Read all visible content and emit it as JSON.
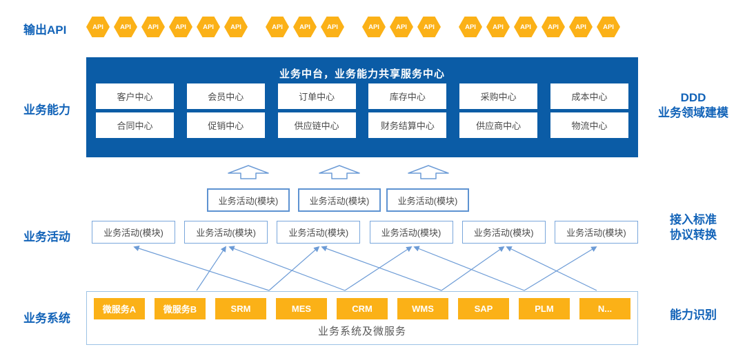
{
  "colors": {
    "platform_blue": "#0B5CA6",
    "label_blue": "#1263B8",
    "orange": "#FBB117",
    "line_blue": "#6C9BD6",
    "activity_border_blue": "#79A6DB",
    "container_border_blue": "#9CC2E5",
    "cell_text": "#4A4A4A",
    "caption_gray": "#595959"
  },
  "left_labels": {
    "api": "输出API",
    "capability": "业务能力",
    "activity": "业务活动",
    "system": "业务系统"
  },
  "api_row": {
    "icon_label": "API",
    "groups": [
      6,
      3,
      3,
      6
    ]
  },
  "platform": {
    "title": "业务中台，业务能力共享服务中心",
    "rows": [
      [
        "客户中心",
        "会员中心",
        "订单中心",
        "库存中心",
        "采购中心",
        "成本中心"
      ],
      [
        "合同中心",
        "促销中心",
        "供应链中心",
        "财务结算中心",
        "供应商中心",
        "物流中心"
      ]
    ]
  },
  "right_labels": {
    "ddd_line1": "DDD",
    "ddd_line2": "业务领域建模",
    "access_line1": "接入标准",
    "access_line2": "协议转换",
    "identify": "能力识别"
  },
  "activity": {
    "upper": [
      "业务活动(模块)",
      "业务活动(模块)",
      "业务活动(模块)"
    ],
    "lower": [
      "业务活动(模块)",
      "业务活动(模块)",
      "业务活动(模块)",
      "业务活动(模块)",
      "业务活动(模块)",
      "业务活动(模块)"
    ]
  },
  "systems": {
    "items": [
      "微服务A",
      "微服务B",
      "SRM",
      "MES",
      "CRM",
      "WMS",
      "SAP",
      "PLM",
      "N..."
    ],
    "caption": "业务系统及微服务"
  }
}
